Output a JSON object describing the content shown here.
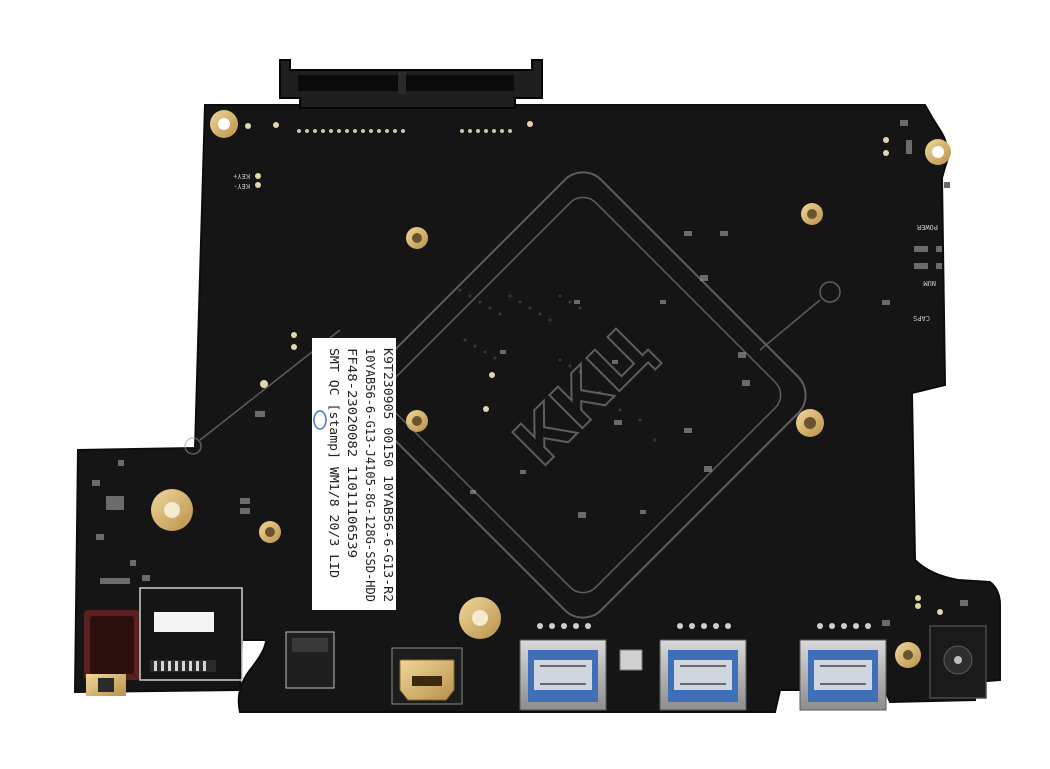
{
  "colors": {
    "background": "#ffffff",
    "pcb": "#151515",
    "pcb_edge": "#0c0c0c",
    "gold": "#d8b46a",
    "usb_blue": "#3f6fb8",
    "sticker": "#ffffff",
    "silk": "#c9c9c9",
    "watermark": "#9a9a9a"
  },
  "watermark": {
    "text": "ККЦ"
  },
  "sticker": {
    "lines": [
      "K9T230905 00150 10YAB56-6-G13-R2",
      "10YAB56-6-G13-J4105-8G-128G-SSD-HDD",
      "FF48-23020082 11011106539",
      "SMT QC [stamp] WM1/8 20/3 LID"
    ]
  },
  "silkscreen": {
    "key_top": "KEY+",
    "key_bottom": "KEY-",
    "power": "POWER",
    "num": "NUM",
    "caps": "CAPS"
  },
  "icons": {
    "usb": "usb-port-icon",
    "hdmi": "hdmi-port-icon",
    "audio": "audio-jack-icon",
    "dc": "dc-jack-icon"
  }
}
